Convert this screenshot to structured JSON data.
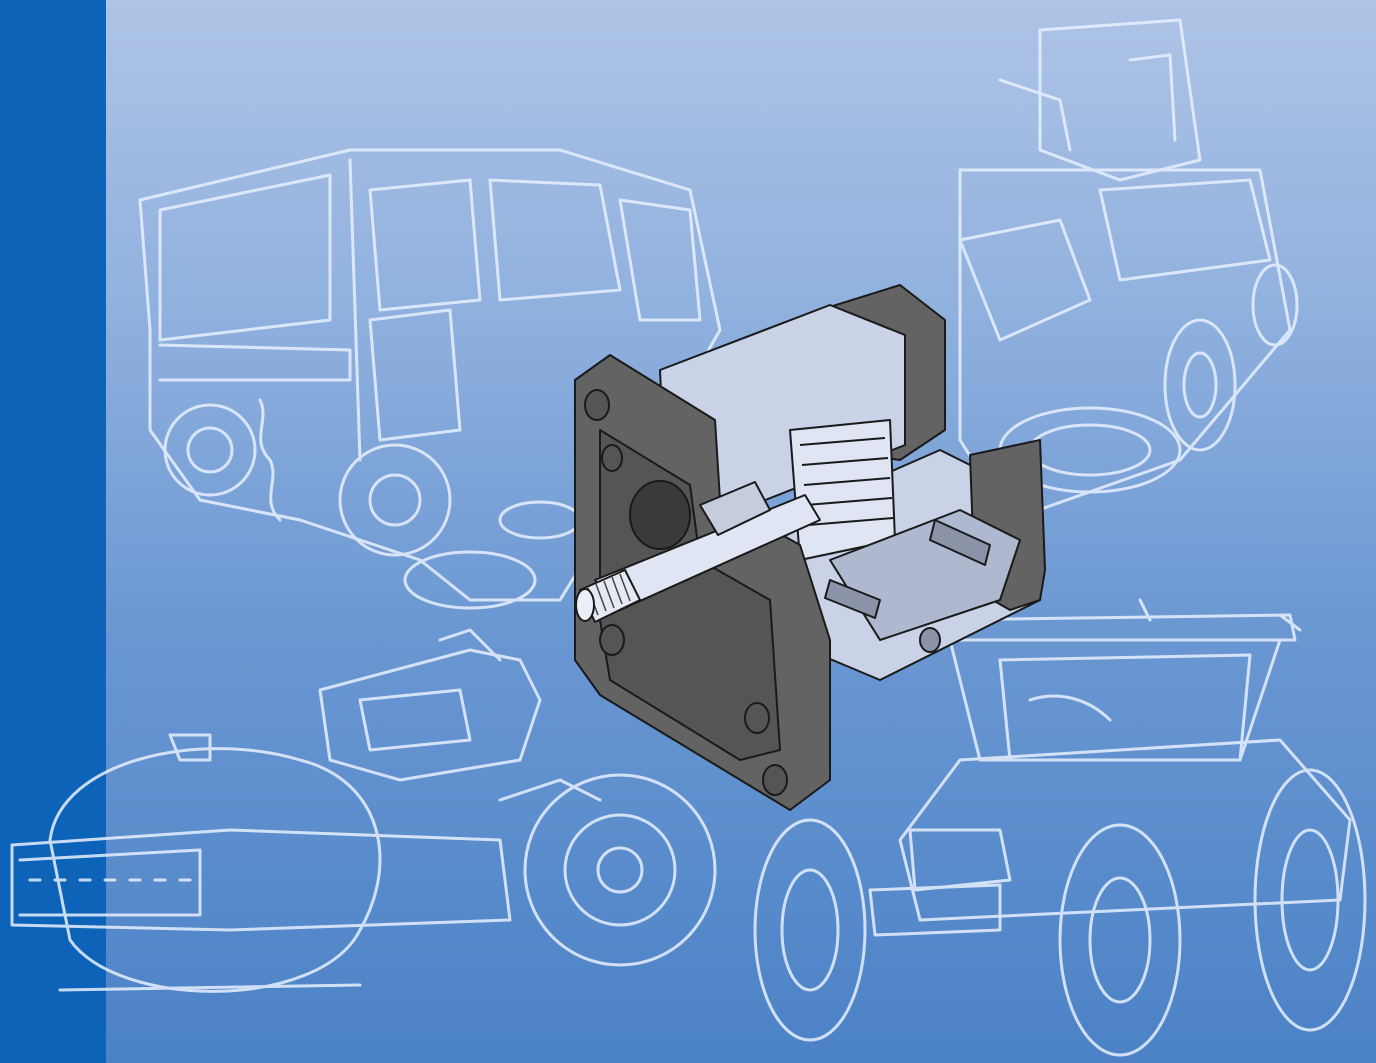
{
  "colors": {
    "side_band": "#0d63b8",
    "gradient_top": "#aec4e6",
    "gradient_bottom": "#4b82c6",
    "line_art": "#e8f0ff",
    "housing_dark": "#636363",
    "housing_light": "#c9d2e6",
    "shaft": "#dfe5f2"
  },
  "illustrations": [
    {
      "name": "street-sweeper",
      "type": "line-art"
    },
    {
      "name": "ride-on-mower",
      "type": "line-art"
    },
    {
      "name": "road-roller",
      "type": "line-art"
    },
    {
      "name": "tractor",
      "type": "line-art"
    },
    {
      "name": "gear-pump-cutaway",
      "type": "render"
    }
  ]
}
